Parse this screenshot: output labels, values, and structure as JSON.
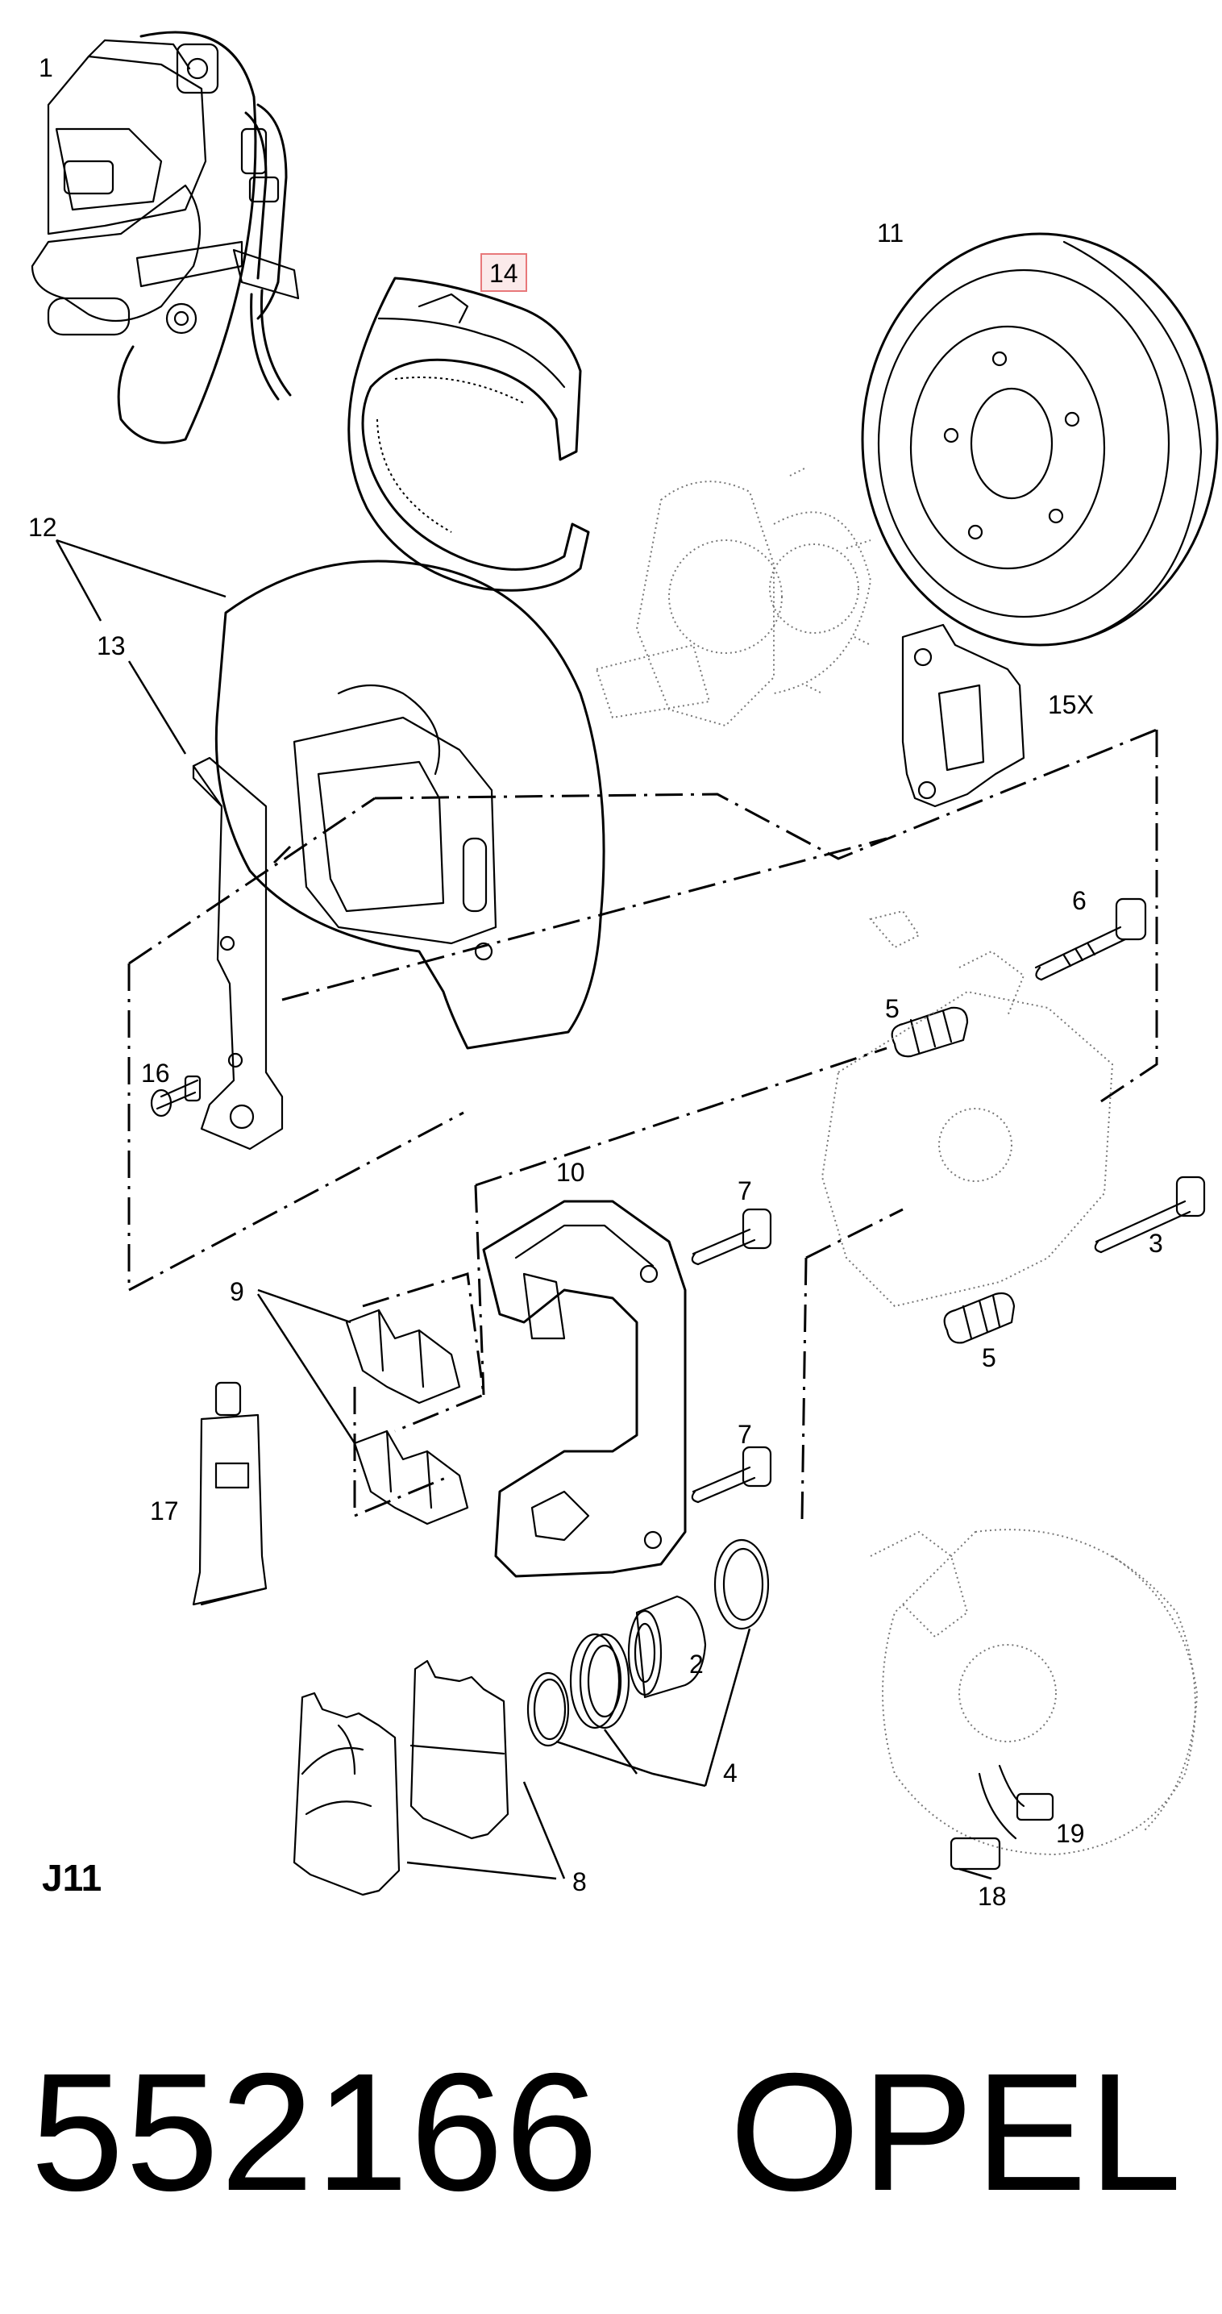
{
  "callouts": {
    "c1": "1",
    "c2": "2",
    "c3": "3",
    "c4": "4",
    "c5a": "5",
    "c5b": "5",
    "c6": "6",
    "c7a": "7",
    "c7b": "7",
    "c8": "8",
    "c9": "9",
    "c10": "10",
    "c11": "11",
    "c12": "12",
    "c13": "13",
    "c14": "14",
    "c15": "15X",
    "c16": "16",
    "c17": "17",
    "c18": "18",
    "c19": "19"
  },
  "diagram_code": "J11",
  "part_number": "552166",
  "brand": "OPEL",
  "colors": {
    "highlight_box": "#e8787a",
    "highlight_fill": "#fbeaea",
    "ink": "#000000"
  }
}
